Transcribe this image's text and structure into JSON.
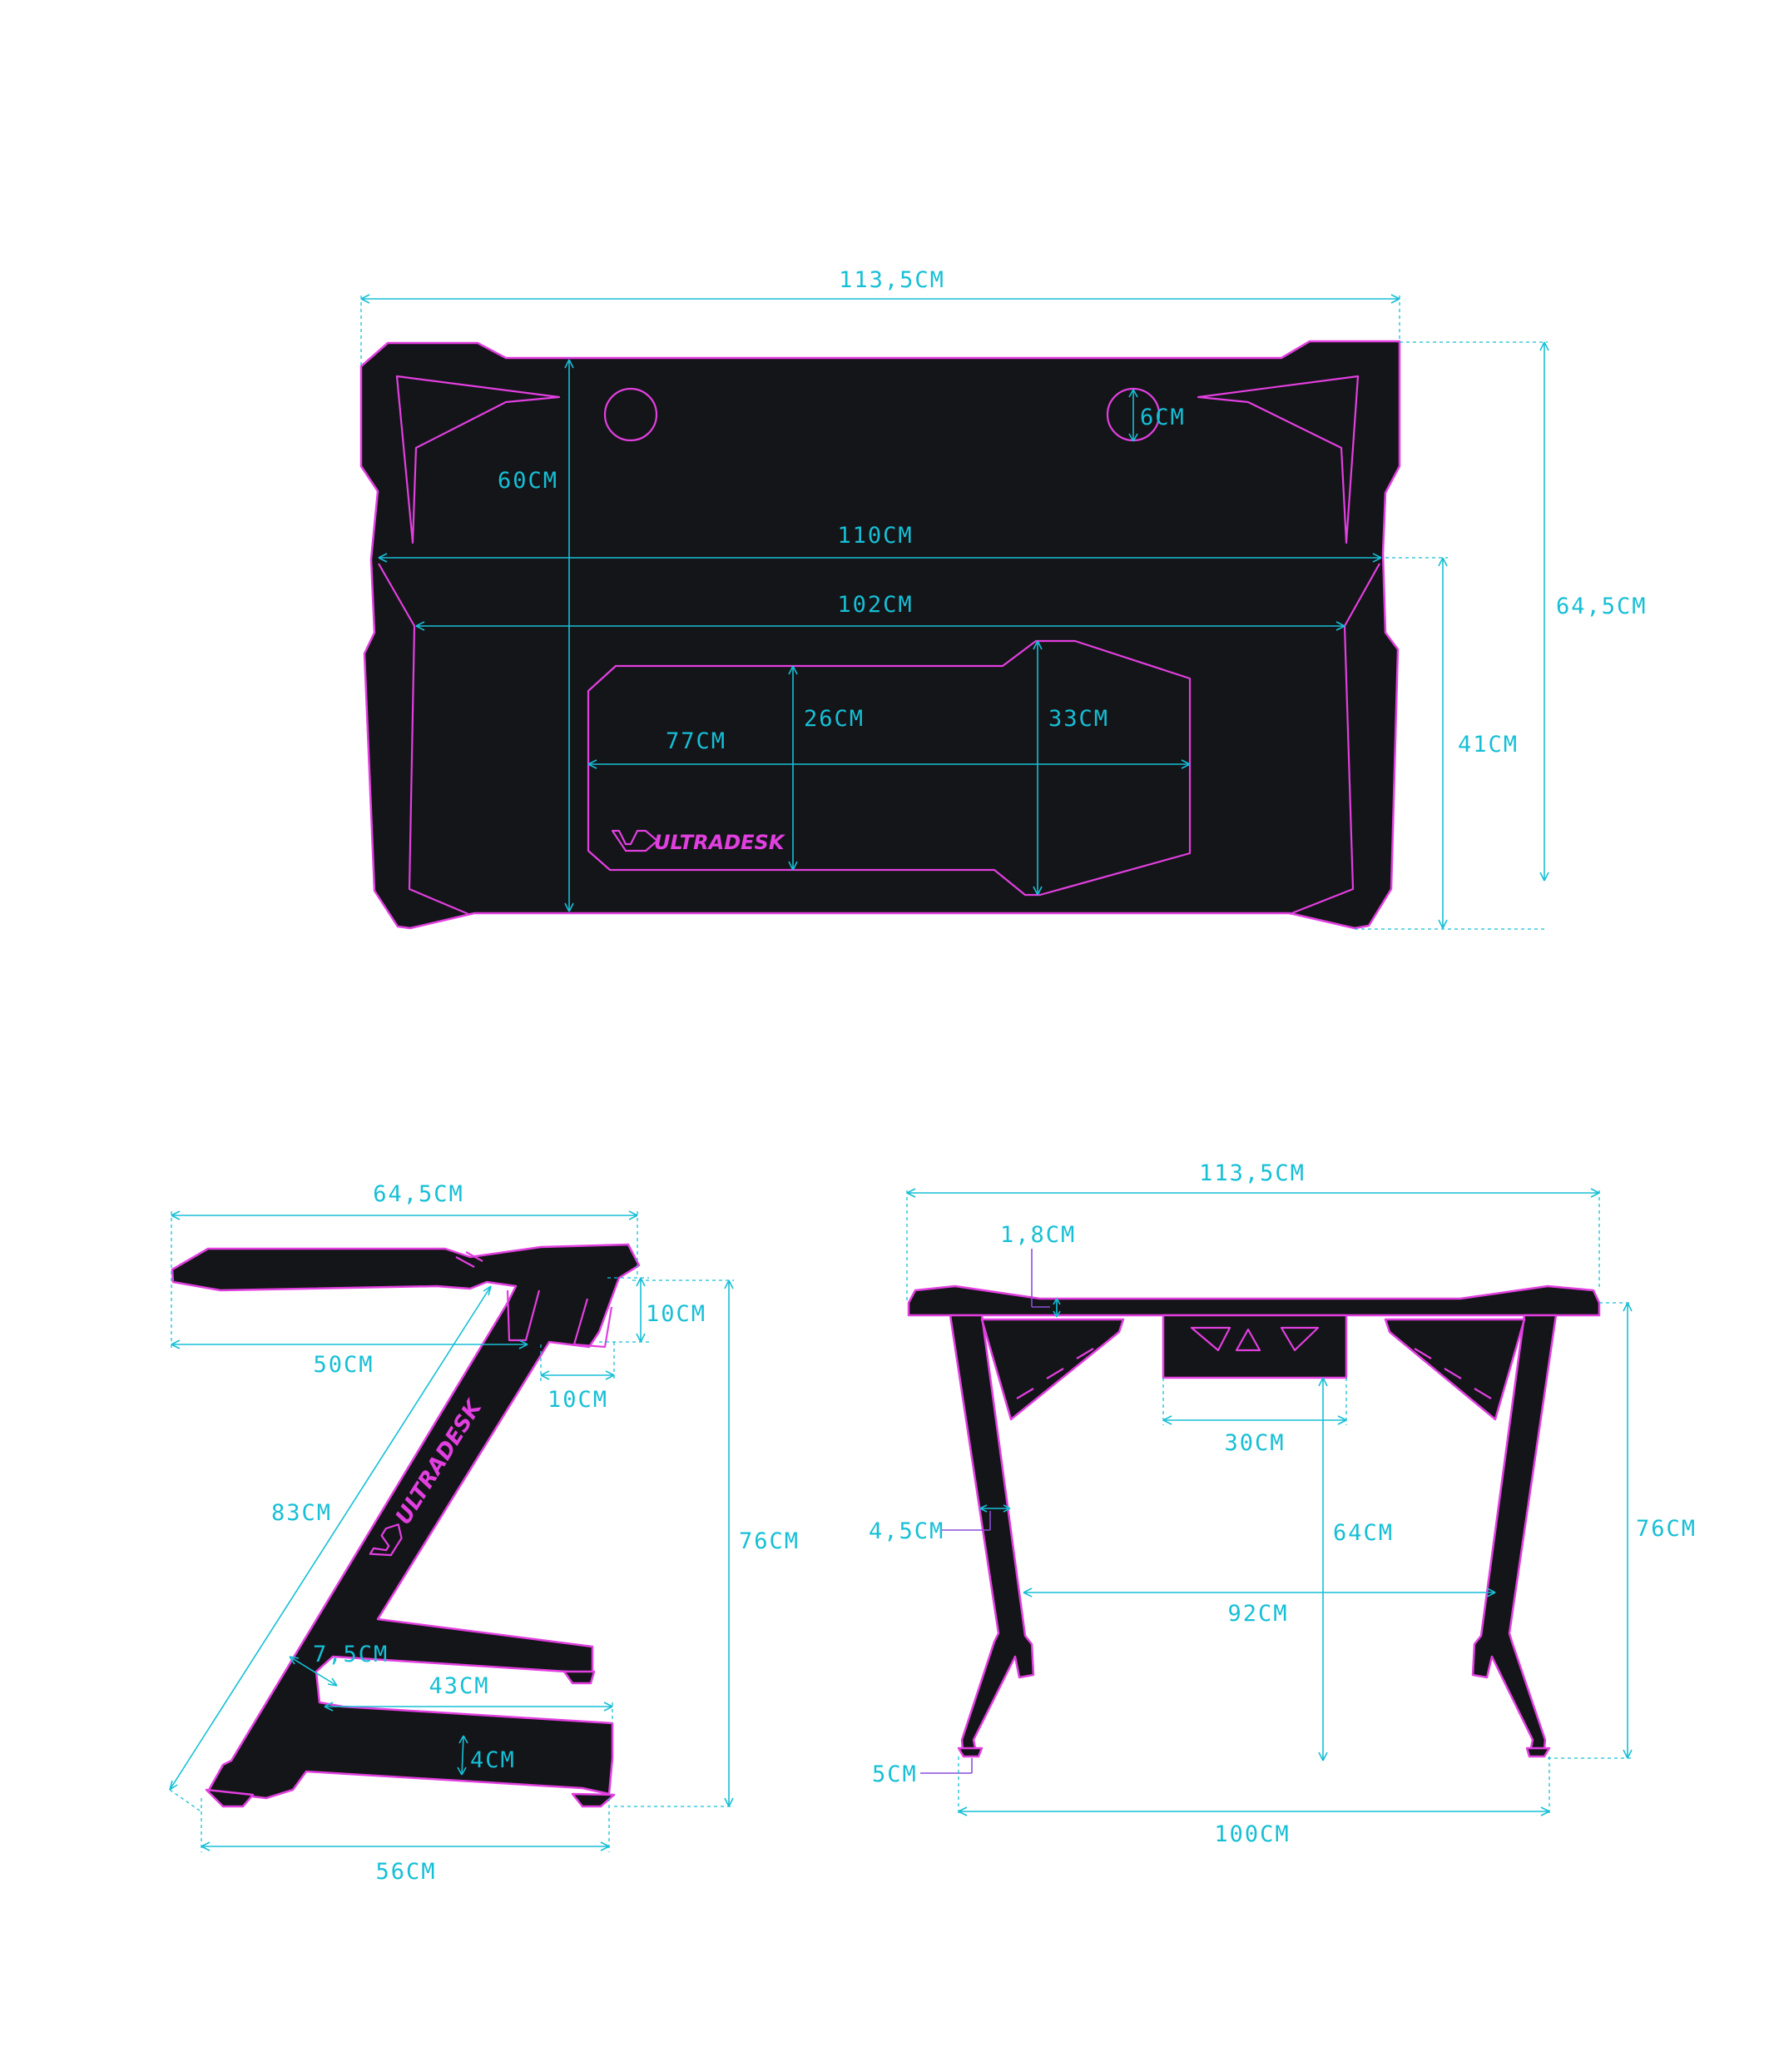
{
  "brand": "ULTRADESK",
  "colors": {
    "dimension_line": "#16bfd6",
    "outline": "#e23fe0",
    "fill": "#141518",
    "leader": "#8a4fd8"
  },
  "top_view": {
    "overall_width": "113,5CM",
    "overall_depth": "64,5CM",
    "depth": "60CM",
    "hole_diameter": "6CM",
    "front_width": "110CM",
    "inner_width": "102CM",
    "mousepad_length": "77CM",
    "mousepad_depth_left": "26CM",
    "mousepad_depth_right": "33CM",
    "front_depth": "41CM"
  },
  "side_view": {
    "overall_depth": "64,5CM",
    "top_depth": "50CM",
    "rail_height": "10CM",
    "rail_width": "10CM",
    "diagonal_length": "83CM",
    "height": "76CM",
    "beam_width": "7,5CM",
    "foot_length": "43CM",
    "foot_height": "4CM",
    "base_length": "56CM"
  },
  "front_view": {
    "overall_width": "113,5CM",
    "top_thickness": "1,8CM",
    "box_width": "30CM",
    "leg_width": "4,5CM",
    "clearance": "64CM",
    "inner_width": "92CM",
    "height": "76CM",
    "foot_size": "5CM",
    "base_width": "100CM"
  }
}
